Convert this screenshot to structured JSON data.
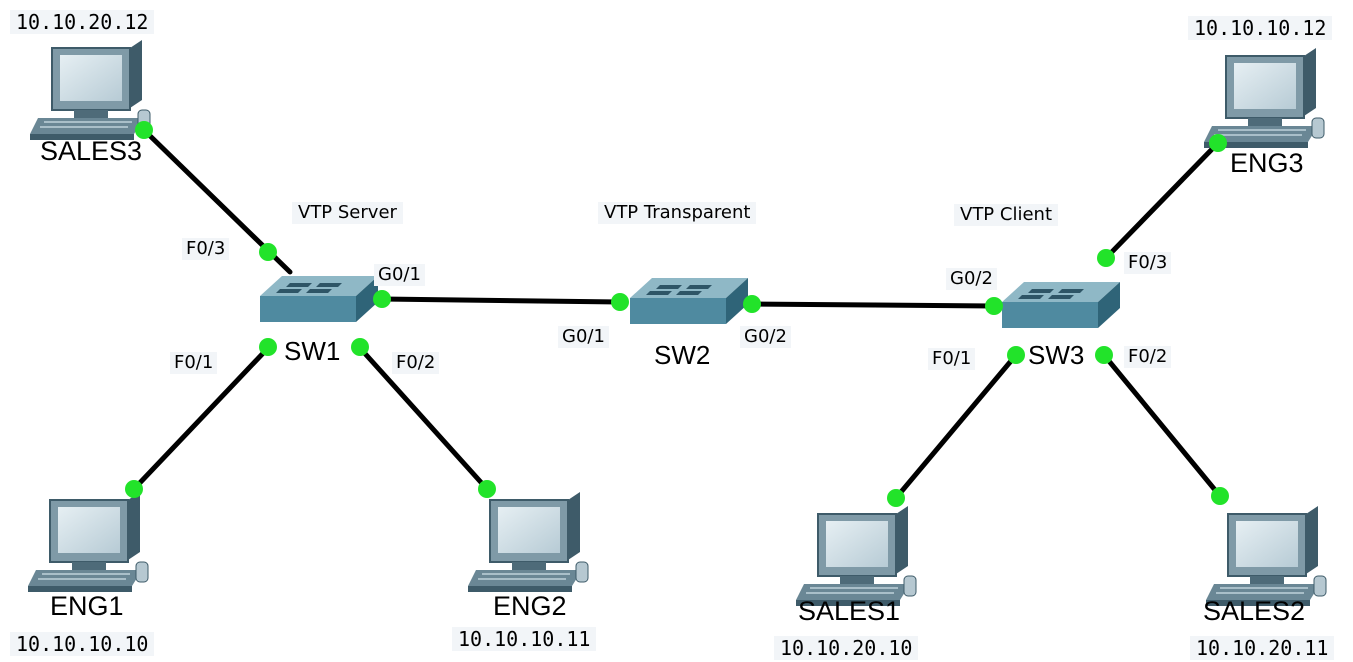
{
  "hosts": {
    "sales3": {
      "name": "SALES3",
      "ip": "10.10.20.12"
    },
    "eng1": {
      "name": "ENG1",
      "ip": "10.10.10.10"
    },
    "eng2": {
      "name": "ENG2",
      "ip": "10.10.10.11"
    },
    "eng3": {
      "name": "ENG3",
      "ip": "10.10.10.12"
    },
    "sales1": {
      "name": "SALES1",
      "ip": "10.10.20.10"
    },
    "sales2": {
      "name": "SALES2",
      "ip": "10.10.20.11"
    }
  },
  "switches": {
    "sw1": {
      "name": "SW1",
      "role": "VTP Server"
    },
    "sw2": {
      "name": "SW2",
      "role": "VTP Transparent"
    },
    "sw3": {
      "name": "SW3",
      "role": "VTP Client"
    }
  },
  "ports": {
    "sw1_f03": "F0/3",
    "sw1_g01": "G0/1",
    "sw1_f01": "F0/1",
    "sw1_f02": "F0/2",
    "sw2_g01": "G0/1",
    "sw2_g02": "G0/2",
    "sw3_g02": "G0/2",
    "sw3_f03": "F0/3",
    "sw3_f01": "F0/1",
    "sw3_f02": "F0/2"
  },
  "colors": {
    "link": "#000000",
    "link_up_indicator": "#22e32a",
    "switch_body": "#4f8aa0",
    "pc_body": "#5f7d8c"
  }
}
